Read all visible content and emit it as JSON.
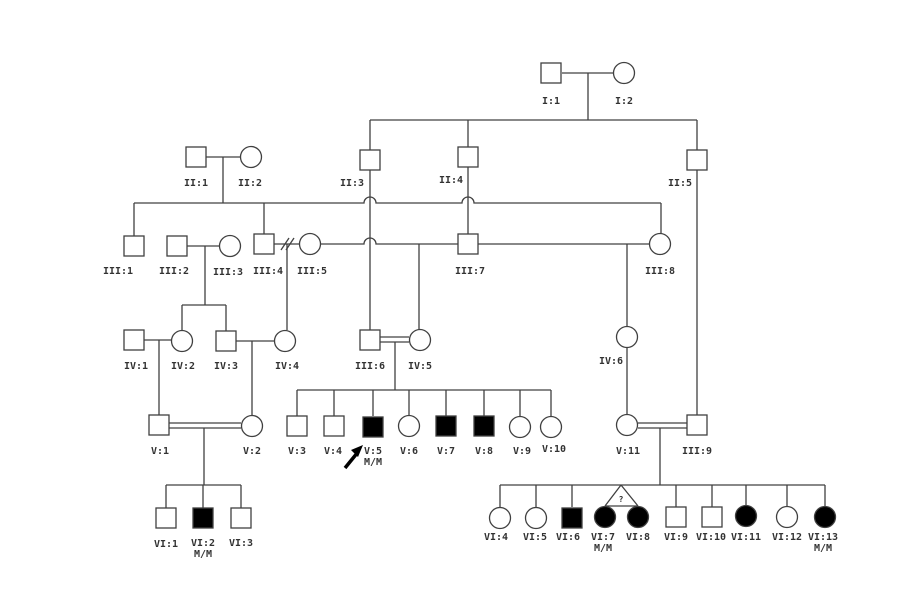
{
  "colors": {
    "line": "#404040",
    "affected": "#000000",
    "unaffected": "#ffffff",
    "text": "#333333"
  },
  "individuals": [
    {
      "id": "I:1",
      "sex": "male",
      "affected": false,
      "genotype": ""
    },
    {
      "id": "I:2",
      "sex": "female",
      "affected": false,
      "genotype": ""
    },
    {
      "id": "II:1",
      "sex": "male",
      "affected": false,
      "genotype": ""
    },
    {
      "id": "II:2",
      "sex": "female",
      "affected": false,
      "genotype": ""
    },
    {
      "id": "II:3",
      "sex": "male",
      "affected": false,
      "genotype": ""
    },
    {
      "id": "II:4",
      "sex": "male",
      "affected": false,
      "genotype": ""
    },
    {
      "id": "II:5",
      "sex": "male",
      "affected": false,
      "genotype": ""
    },
    {
      "id": "III:1",
      "sex": "male",
      "affected": false,
      "genotype": ""
    },
    {
      "id": "III:2",
      "sex": "male",
      "affected": false,
      "genotype": ""
    },
    {
      "id": "III:3",
      "sex": "female",
      "affected": false,
      "genotype": ""
    },
    {
      "id": "III:4",
      "sex": "male",
      "affected": false,
      "genotype": ""
    },
    {
      "id": "III:5",
      "sex": "female",
      "affected": false,
      "genotype": ""
    },
    {
      "id": "III:7",
      "sex": "male",
      "affected": false,
      "genotype": ""
    },
    {
      "id": "III:8",
      "sex": "female",
      "affected": false,
      "genotype": ""
    },
    {
      "id": "IV:1",
      "sex": "male",
      "affected": false,
      "genotype": ""
    },
    {
      "id": "IV:2",
      "sex": "female",
      "affected": false,
      "genotype": ""
    },
    {
      "id": "IV:3",
      "sex": "male",
      "affected": false,
      "genotype": ""
    },
    {
      "id": "IV:4",
      "sex": "female",
      "affected": false,
      "genotype": ""
    },
    {
      "id": "III:6",
      "sex": "male",
      "affected": false,
      "genotype": ""
    },
    {
      "id": "IV:5",
      "sex": "female",
      "affected": false,
      "genotype": ""
    },
    {
      "id": "IV:6",
      "sex": "female",
      "affected": false,
      "genotype": ""
    },
    {
      "id": "V:1",
      "sex": "male",
      "affected": false,
      "genotype": ""
    },
    {
      "id": "V:2",
      "sex": "female",
      "affected": false,
      "genotype": ""
    },
    {
      "id": "V:3",
      "sex": "male",
      "affected": false,
      "genotype": ""
    },
    {
      "id": "V:4",
      "sex": "male",
      "affected": false,
      "genotype": ""
    },
    {
      "id": "V:5",
      "sex": "male",
      "affected": true,
      "genotype": "M/M",
      "proband": true
    },
    {
      "id": "V:6",
      "sex": "female",
      "affected": false,
      "genotype": ""
    },
    {
      "id": "V:7",
      "sex": "male",
      "affected": true,
      "genotype": ""
    },
    {
      "id": "V:8",
      "sex": "male",
      "affected": true,
      "genotype": ""
    },
    {
      "id": "V:9",
      "sex": "female",
      "affected": false,
      "genotype": ""
    },
    {
      "id": "V:10",
      "sex": "female",
      "affected": false,
      "genotype": ""
    },
    {
      "id": "V:11",
      "sex": "female",
      "affected": false,
      "genotype": ""
    },
    {
      "id": "III:9",
      "sex": "male",
      "affected": false,
      "genotype": ""
    },
    {
      "id": "VI:1",
      "sex": "male",
      "affected": false,
      "genotype": ""
    },
    {
      "id": "VI:2",
      "sex": "male",
      "affected": true,
      "genotype": "M/M"
    },
    {
      "id": "VI:3",
      "sex": "male",
      "affected": false,
      "genotype": ""
    },
    {
      "id": "VI:4",
      "sex": "female",
      "affected": false,
      "genotype": ""
    },
    {
      "id": "VI:5",
      "sex": "female",
      "affected": false,
      "genotype": ""
    },
    {
      "id": "VI:6",
      "sex": "male",
      "affected": true,
      "genotype": ""
    },
    {
      "id": "VI:7",
      "sex": "female",
      "affected": true,
      "genotype": "M/M"
    },
    {
      "id": "VI:8",
      "sex": "female",
      "affected": true,
      "genotype": ""
    },
    {
      "id": "VI:9",
      "sex": "male",
      "affected": false,
      "genotype": ""
    },
    {
      "id": "VI:10",
      "sex": "male",
      "affected": false,
      "genotype": ""
    },
    {
      "id": "VI:11",
      "sex": "female",
      "affected": true,
      "genotype": ""
    },
    {
      "id": "VI:12",
      "sex": "female",
      "affected": false,
      "genotype": ""
    },
    {
      "id": "VI:13",
      "sex": "female",
      "affected": true,
      "genotype": "M/M"
    }
  ],
  "twin_marker": "?"
}
